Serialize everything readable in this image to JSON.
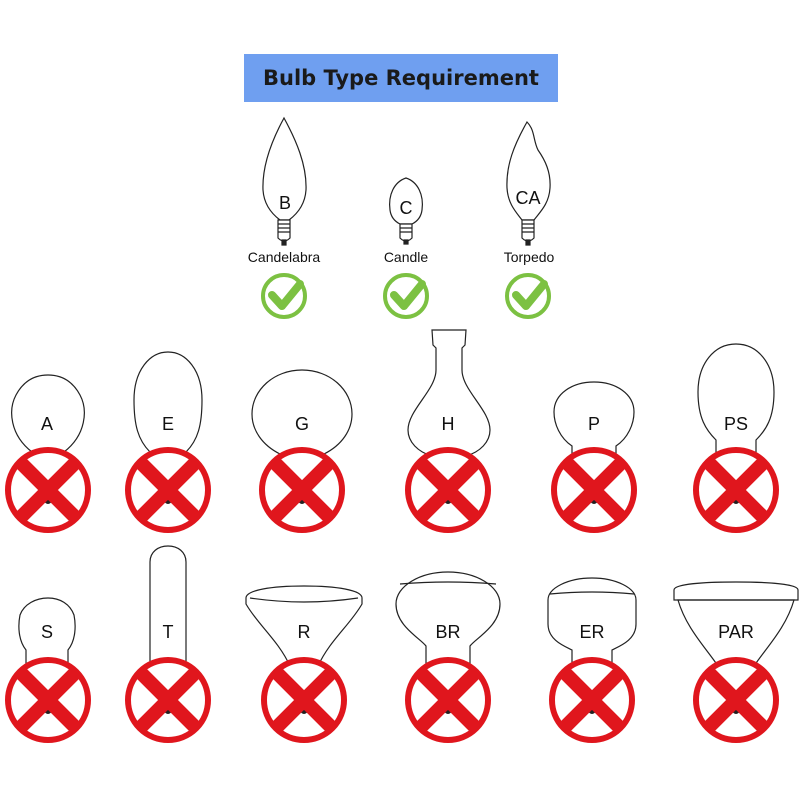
{
  "title": "Bulb Type Requirement",
  "colors": {
    "banner": "#6f9ff0",
    "ok": "#7cc142",
    "reject_ring": "#e0161d",
    "reject_cross": "#e0161d"
  },
  "allowed": [
    {
      "code": "B",
      "name": "Candelabra",
      "status": "check-icon"
    },
    {
      "code": "C",
      "name": "Candle",
      "status": "check-icon"
    },
    {
      "code": "CA",
      "name": "Torpedo",
      "status": "check-icon"
    }
  ],
  "rejected_row1": [
    {
      "code": "A",
      "status": "x-icon"
    },
    {
      "code": "E",
      "status": "x-icon"
    },
    {
      "code": "G",
      "status": "x-icon"
    },
    {
      "code": "H",
      "status": "x-icon"
    },
    {
      "code": "P",
      "status": "x-icon"
    },
    {
      "code": "PS",
      "status": "x-icon"
    }
  ],
  "rejected_row2": [
    {
      "code": "S",
      "status": "x-icon"
    },
    {
      "code": "T",
      "status": "x-icon"
    },
    {
      "code": "R",
      "status": "x-icon"
    },
    {
      "code": "BR",
      "status": "x-icon"
    },
    {
      "code": "ER",
      "status": "x-icon"
    },
    {
      "code": "PAR",
      "status": "x-icon"
    }
  ]
}
